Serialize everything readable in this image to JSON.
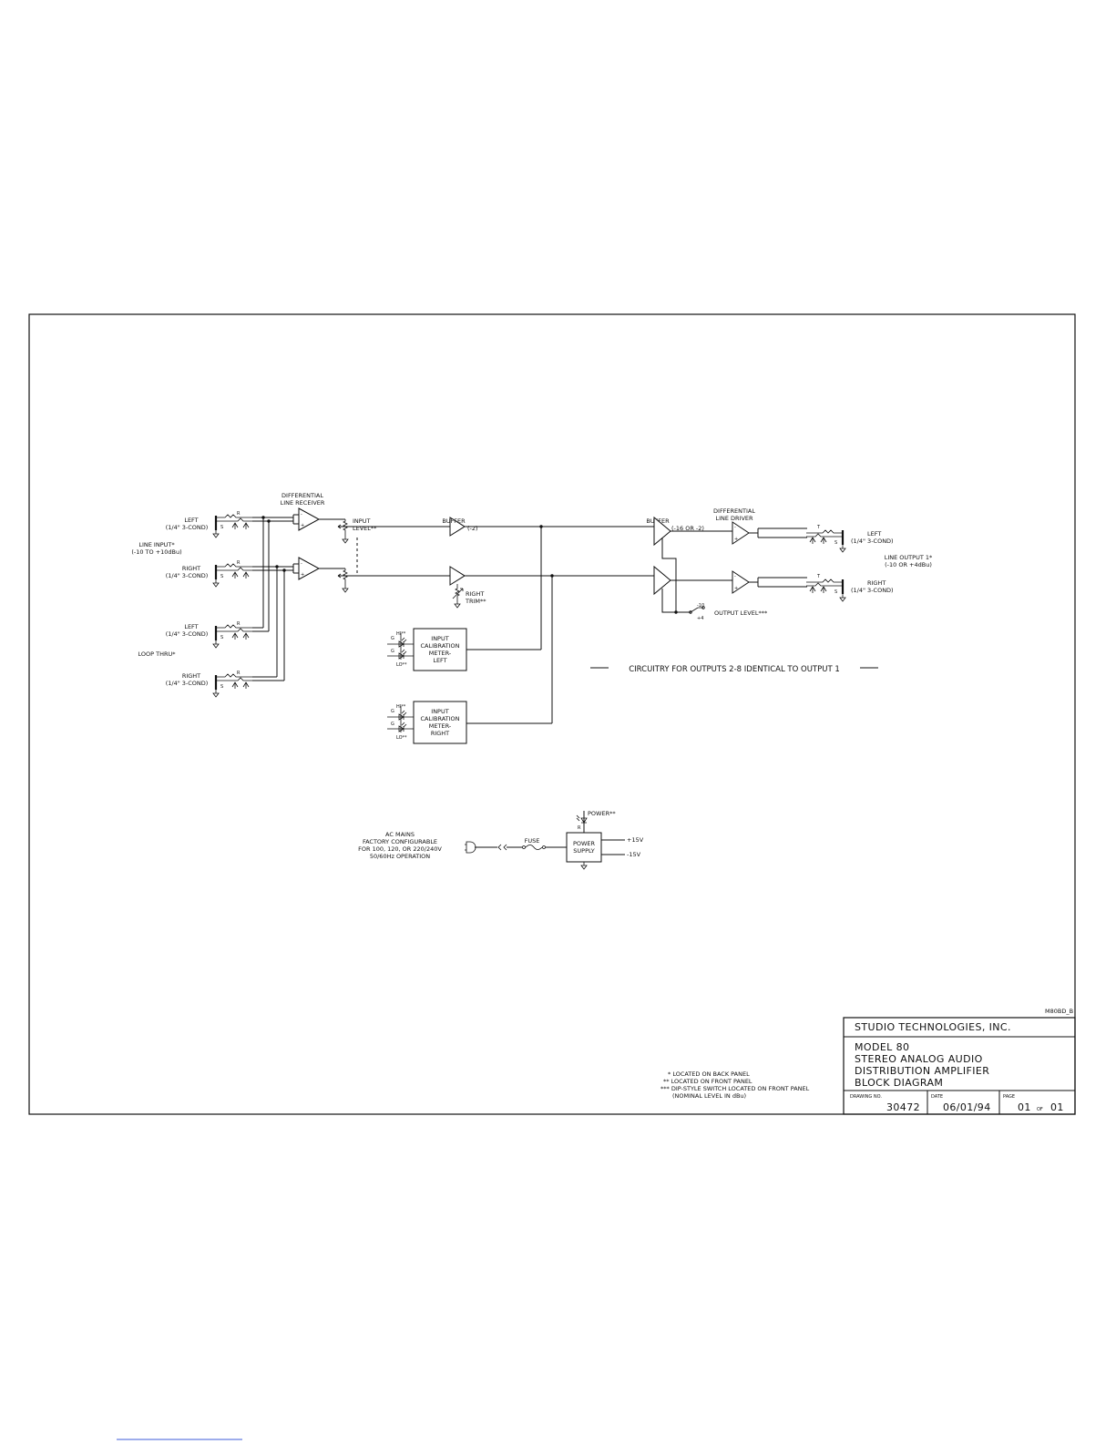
{
  "labels": {
    "diff_receiver": [
      "DIFFERENTIAL",
      "LINE RECEIVER"
    ],
    "input_left_jack": [
      "LEFT",
      "(1/4\" 3-COND)"
    ],
    "input_right_jack": [
      "RIGHT",
      "(1/4\" 3-COND)"
    ],
    "line_input": [
      "LINE INPUT*",
      "(-10 TO +10dBu)"
    ],
    "loop_left_jack": [
      "LEFT",
      "(1/4\" 3-COND)"
    ],
    "loop_right_jack": [
      "RIGHT",
      "(1/4\" 3-COND)"
    ],
    "loop_thru": "LOOP THRU*",
    "input_level": [
      "INPUT",
      "LEVEL**"
    ],
    "buffer_1": "BUFFER",
    "buffer_1_gain": "(-2)",
    "right_trim": [
      "RIGHT",
      "TRIM**"
    ],
    "buffer_2": "BUFFER",
    "buffer_2_gain": "(-16 OR -2)",
    "diff_driver": [
      "DIFFERENTIAL",
      "LINE DRIVER"
    ],
    "out_left_jack": [
      "LEFT",
      "(1/4\" 3-COND)"
    ],
    "out_right_jack": [
      "RIGHT",
      "(1/4\" 3-COND)"
    ],
    "line_output": [
      "LINE OUTPUT 1*",
      "(-10 OR +4dBu)"
    ],
    "output_level": "OUTPUT LEVEL***",
    "switch_m10": "-10",
    "switch_p4": "+4",
    "meter_left": [
      "INPUT",
      "CALIBRATION",
      "METER-",
      "LEFT"
    ],
    "meter_right": [
      "INPUT",
      "CALIBRATION",
      "METER-",
      "RIGHT"
    ],
    "meter_hi": "HI**",
    "meter_lo": "LO**",
    "meter_g": "G",
    "circuitry_note": "CIRCUITRY FOR OUTPUTS 2-8 IDENTICAL TO OUTPUT 1",
    "ac_mains": [
      "AC MAINS",
      "FACTORY CONFIGURABLE",
      "FOR 100, 120, OR 220/240V",
      "50/60Hz OPERATION"
    ],
    "fuse": "FUSE",
    "power_supply": [
      "POWER",
      "SUPPLY"
    ],
    "power_led": "POWER**",
    "power_r": "R",
    "rail_pos": "+15V",
    "rail_neg": "-15V",
    "pin_t": "T",
    "pin_r": "R",
    "pin_s": "S"
  },
  "legend": [
    "* LOCATED ON BACK PANEL",
    "** LOCATED ON FRONT PANEL",
    "*** DIP-STYLE SWITCH LOCATED ON FRONT PANEL",
    "(NOMINAL LEVEL IN dBu)"
  ],
  "file_code": "M80BD_B",
  "title_block": {
    "company": "STUDIO TECHNOLOGIES, INC.",
    "title_lines": [
      "MODEL 80",
      "STEREO ANALOG AUDIO",
      "DISTRIBUTION AMPLIFIER",
      "BLOCK DIAGRAM"
    ],
    "drawing_no_label": "DRAWING NO.",
    "drawing_no": "30472",
    "date_label": "DATE",
    "date": "06/01/94",
    "page_label": "PAGE",
    "page_num": "01",
    "page_of": "OF",
    "page_total": "01"
  }
}
